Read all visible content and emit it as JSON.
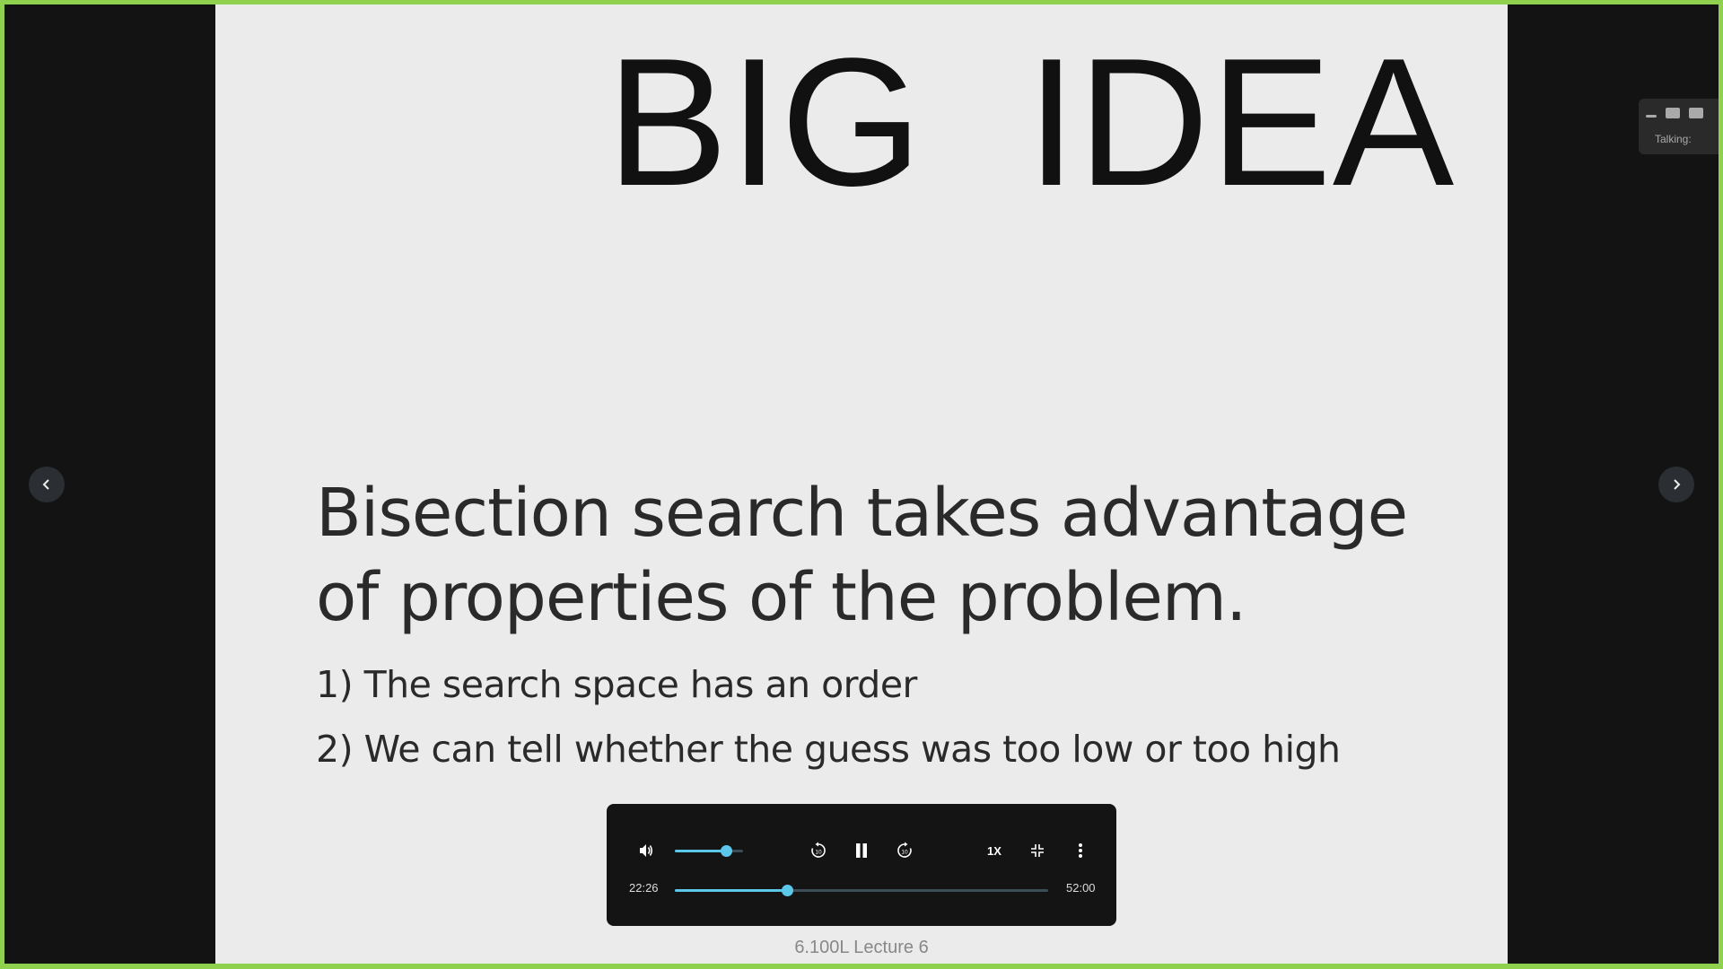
{
  "slide": {
    "title": "BIG  IDEA",
    "headline": "Bisection search takes advantage of properties of the problem.",
    "points": [
      "1) The search space has an order",
      "2) We can tell whether the guess was too low or too high"
    ],
    "caption": "6.100L Lecture 6"
  },
  "player": {
    "volume_level": 0.75,
    "speed_label": "1X",
    "elapsed": "22:26",
    "duration": "52:00",
    "progress": 0.3,
    "skip_back_label": "10",
    "skip_forward_label": "10"
  },
  "side_panel": {
    "talking_label": "Talking: "
  },
  "colors": {
    "accent": "#5bc8ea",
    "frame_border": "#8fd14f",
    "slide_background": "#ebebeb",
    "player_background": "#141414"
  },
  "icons": {
    "prev": "chevron-left-icon",
    "next": "chevron-right-icon",
    "volume": "volume-icon",
    "rewind": "replay-10-icon",
    "pause": "pause-icon",
    "forward": "forward-10-icon",
    "exit_fullscreen": "exit-fullscreen-icon",
    "more": "more-vertical-icon"
  }
}
